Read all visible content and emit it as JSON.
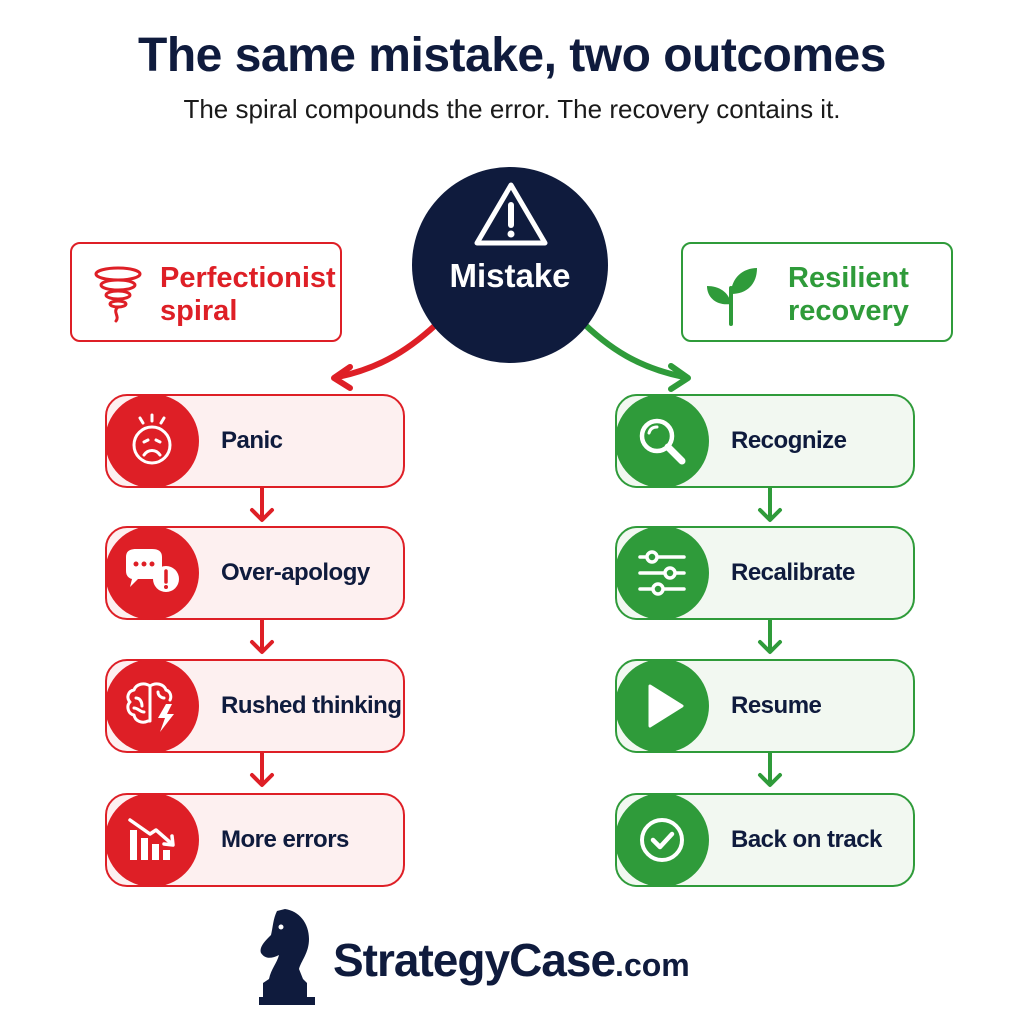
{
  "title": "The same mistake, two outcomes",
  "subtitle": "The spiral compounds the error. The recovery contains it.",
  "hub": {
    "label": "Mistake",
    "icon": "warning-icon"
  },
  "paths": {
    "red": {
      "label": "Perfectionist spiral",
      "icon": "spiral-icon",
      "color": "#de1f26",
      "steps": [
        {
          "label": "Panic",
          "icon": "worried-face-icon"
        },
        {
          "label": "Over-apology",
          "icon": "speech-bubbles-icon"
        },
        {
          "label": "Rushed thinking",
          "icon": "brain-lightning-icon"
        },
        {
          "label": "More errors",
          "icon": "declining-chart-icon"
        }
      ]
    },
    "green": {
      "label": "Resilient recovery",
      "icon": "sprout-icon",
      "color": "#2f9b3a",
      "steps": [
        {
          "label": "Recognize",
          "icon": "magnifier-icon"
        },
        {
          "label": "Recalibrate",
          "icon": "sliders-icon"
        },
        {
          "label": "Resume",
          "icon": "play-icon"
        },
        {
          "label": "Back on track",
          "icon": "check-circle-icon"
        }
      ]
    }
  },
  "brand": {
    "name": "StrategyCase",
    "tld": ".com",
    "icon": "chess-knight-logo"
  },
  "colors": {
    "navy": "#0f1b3d",
    "red": "#de1f26",
    "green": "#2f9b3a"
  }
}
